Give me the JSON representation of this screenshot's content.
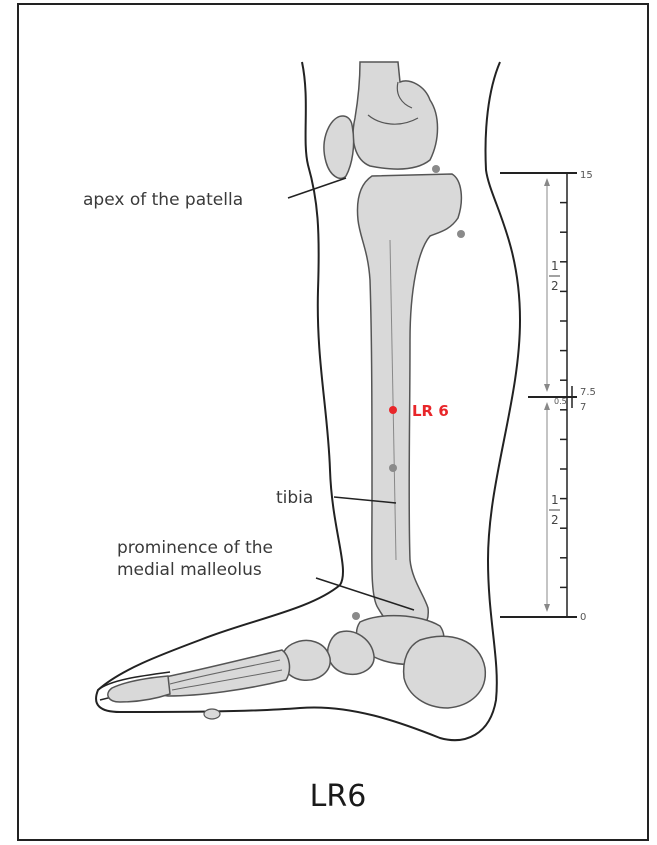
{
  "title": "LR6",
  "labels": {
    "patella_apex": "apex of the patella",
    "tibia": "tibia",
    "malleolus_line1": "prominence of the",
    "malleolus_line2": "medial malleolus",
    "point": "LR 6"
  },
  "scale": {
    "top": "15",
    "middle_top": "7.5",
    "middle_small": "0.5",
    "middle_bottom": "7",
    "bottom": "0",
    "fraction_numerator": "1",
    "fraction_denominator": "2"
  },
  "colors": {
    "bone_fill": "#d9d9d9",
    "outline": "#222222",
    "point_red": "#e8262a",
    "landmark_gray": "#8a8a8a"
  }
}
